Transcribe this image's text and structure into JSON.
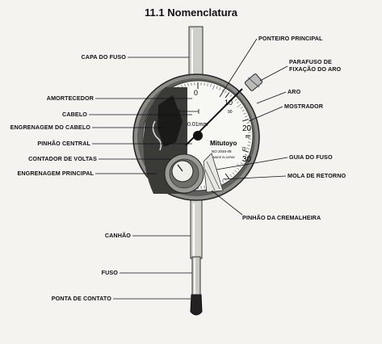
{
  "title": "11.1 Nomenclatura",
  "dial": {
    "brand": "Mitutoyo",
    "model": "NO 2046-08",
    "origin": "MADE IN JAPAN",
    "resolution": "0.01mm",
    "numbers": [
      "0",
      "10",
      "20",
      "30",
      "90",
      "80",
      "70"
    ]
  },
  "labels": {
    "capa_do_fuso": "CAPA DO FUSO",
    "amortecedor": "AMORTECEDOR",
    "cabelo": "CABELO",
    "engrenagem_do_cabelo": "ENGRENAGEM DO CABELO",
    "pinhao_central": "PINHÃO CENTRAL",
    "contador_de_voltas": "CONTADOR DE VOLTAS",
    "engrenagem_principal": "ENGRENAGEM PRINCIPAL",
    "canhao": "CANHÃO",
    "fuso": "FUSO",
    "ponta_de_contato": "PONTA DE CONTATO",
    "ponteiro_principal": "PONTEIRO PRINCIPAL",
    "parafuso_line1": "PARAFUSO DE",
    "parafuso_line2": "FIXAÇÃO DO ARO",
    "aro": "ARO",
    "mostrador": "MOSTRADOR",
    "guia_do_fuso": "GUIA DO FUSO",
    "mola_de_retorno": "MOLA DE RETORNO",
    "pinhao_da_cremalheira": "PINHÃO DA CREMALHEIRA"
  }
}
